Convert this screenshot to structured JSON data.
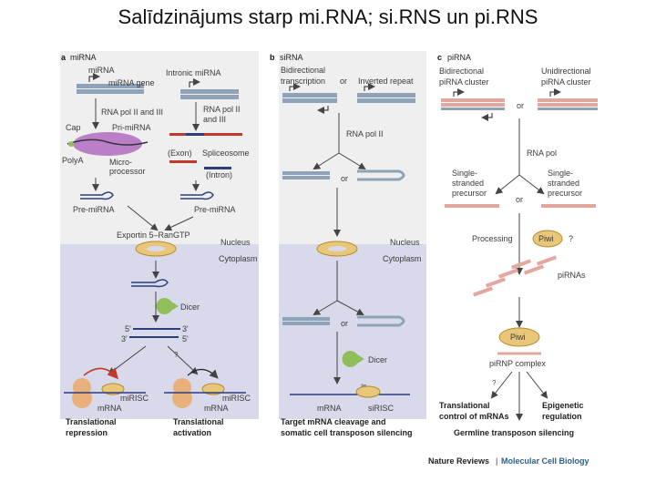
{
  "title": "Salīdzinājums starp mi.RNA; si.RNS un pi.RNS",
  "colors": {
    "cytoplasm": "#d9d9ec",
    "nucleus": "#efefef",
    "dna": "#8fa3b8",
    "pink": "#e3a7a0",
    "green": "#8fbf5a",
    "purple": "#b06bbf",
    "tan": "#e9c77a",
    "peach": "#e8b07a"
  },
  "panel_a": {
    "letter": "a",
    "name": "miRNA",
    "mirna": "miRNA",
    "mirna_gene": "miRNA gene",
    "intronic": "Intronic miRNA",
    "rna_pol_a": "RNA pol II and III",
    "rna_pol_b1": "RNA pol II",
    "rna_pol_b2": "and III",
    "cap": "Cap",
    "pri_mirna": "Pri-miRNA",
    "polya": "PolyA",
    "micro1": "Micro-",
    "micro2": "processor",
    "exon": "(Exon)",
    "spliceosome": "Spliceosome",
    "intron": "(Intron)",
    "pre_left": "Pre-miRNA",
    "pre_right": "Pre-miRNA",
    "exportin": "Exportin 5–RanGTP",
    "nucleus": "Nucleus",
    "cytoplasm": "Cytoplasm",
    "dicer": "Dicer",
    "five_top": "5'",
    "three_top": "3'",
    "three_bot": "3'",
    "five_bot": "5'",
    "question": "?",
    "mrna_left": "mRNA",
    "mirisc_left": "miRISC",
    "mrna_right": "mRNA",
    "mirisc_right": "miRISC",
    "out1_line1": "Translational",
    "out1_line2": "repression",
    "out2_line1": "Translational",
    "out2_line2": "activation"
  },
  "panel_b": {
    "letter": "b",
    "name": "siRNA",
    "bidir1": "Bidirectional",
    "bidir2": "transcription",
    "or1": "or",
    "inverted": "Inverted repeat",
    "rna_pol": "RNA pol II",
    "or2": "or",
    "nucleus": "Nucleus",
    "cytoplasm": "Cytoplasm",
    "or3": "or",
    "dicer": "Dicer",
    "mrna": "mRNA",
    "sirisc": "siRISC",
    "out1": "Target mRNA cleavage and",
    "out2": "somatic cell transposon silencing"
  },
  "panel_c": {
    "letter": "c",
    "name": "piRNA",
    "bidir1": "Bidirectional",
    "bidir2": "piRNA cluster",
    "or1": "or",
    "uni1": "Unidirectional",
    "uni2": "piRNA cluster",
    "rna_pol": "RNA pol",
    "single_l1": "Single-",
    "single_l2": "stranded",
    "single_l3": "precursor",
    "or2": "or",
    "single_r1": "Single-",
    "single_r2": "stranded",
    "single_r3": "precursor",
    "processing": "Processing",
    "piwi1": "Piwi",
    "q1": "?",
    "pirnas": "piRNAs",
    "piwi2": "Piwi",
    "pirnp": "piRNP complex",
    "q2": "?",
    "out1_line1": "Translational",
    "out1_line2": "control of mRNAs",
    "out2_line1": "Epigenetic",
    "out2_line2": "regulation",
    "out3": "Germline transposon silencing"
  },
  "credit": {
    "journal": "Nature Reviews",
    "sep": "|",
    "section": "Molecular Cell Biology"
  }
}
